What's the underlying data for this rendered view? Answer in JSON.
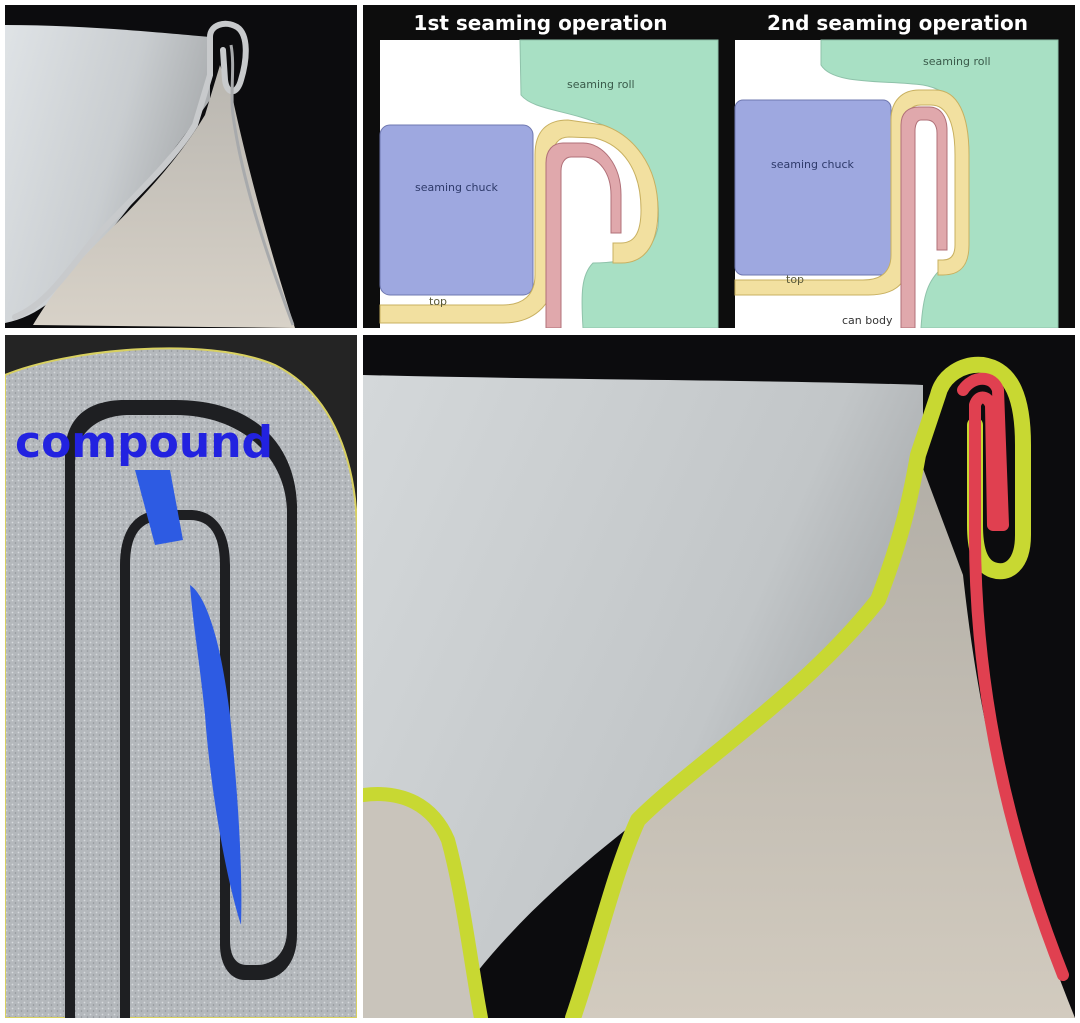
{
  "diagrams": {
    "op1": {
      "title": "1st seaming operation",
      "seaming_roll": "seaming roll",
      "seaming_chuck": "seaming chuck",
      "top": "top"
    },
    "op2": {
      "title": "2nd seaming operation",
      "seaming_roll": "seaming roll",
      "seaming_chuck": "seaming chuck",
      "top": "top",
      "can_body": "can body"
    }
  },
  "macro": {
    "compound_label": "compound"
  },
  "colors": {
    "seaming_roll": "#a8e0c4",
    "seaming_chuck": "#9ea8e0",
    "top_end": "#f2e0a0",
    "can_body": "#e0a8ac",
    "compound": "#2d5be3",
    "highlight_end": "#c8d832",
    "highlight_body": "#e04050",
    "metal": "#b8bcc0"
  }
}
